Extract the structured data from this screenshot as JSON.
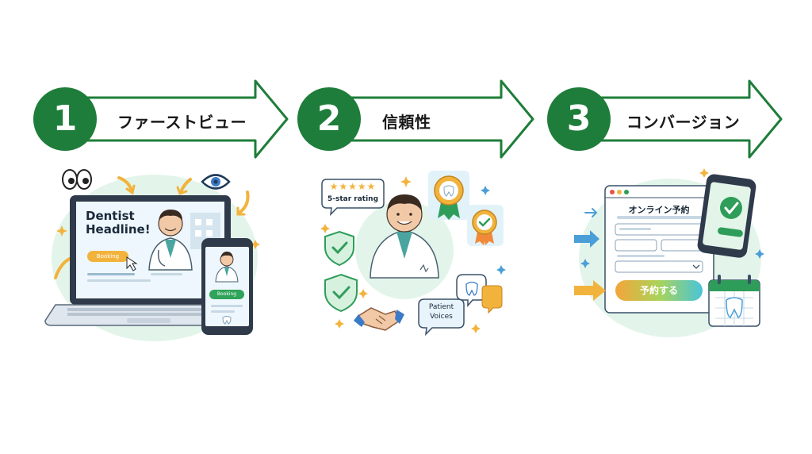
{
  "steps": [
    {
      "number": "1",
      "label": "ファーストビュー"
    },
    {
      "number": "2",
      "label": "信頼性"
    },
    {
      "number": "3",
      "label": "コンバージョン"
    }
  ],
  "panel1": {
    "headline": "Dentist\nHeadline!",
    "headline_line1": "Dentist",
    "headline_line2": "Headline!",
    "laptop_booking": "Booking",
    "phone_booking": "Booking"
  },
  "panel2": {
    "rating_label": "5-star rating",
    "stars": "★★★★★",
    "voices_line1": "Patient",
    "voices_line2": "Voices"
  },
  "panel3": {
    "form_title": "オンライン予約",
    "submit_label": "予約する"
  },
  "colors": {
    "brand_green": "#1e7d3a",
    "accent_yellow": "#f2b33d",
    "accent_blue": "#4a9fd8",
    "mint_bg": "#e3f5ea"
  }
}
